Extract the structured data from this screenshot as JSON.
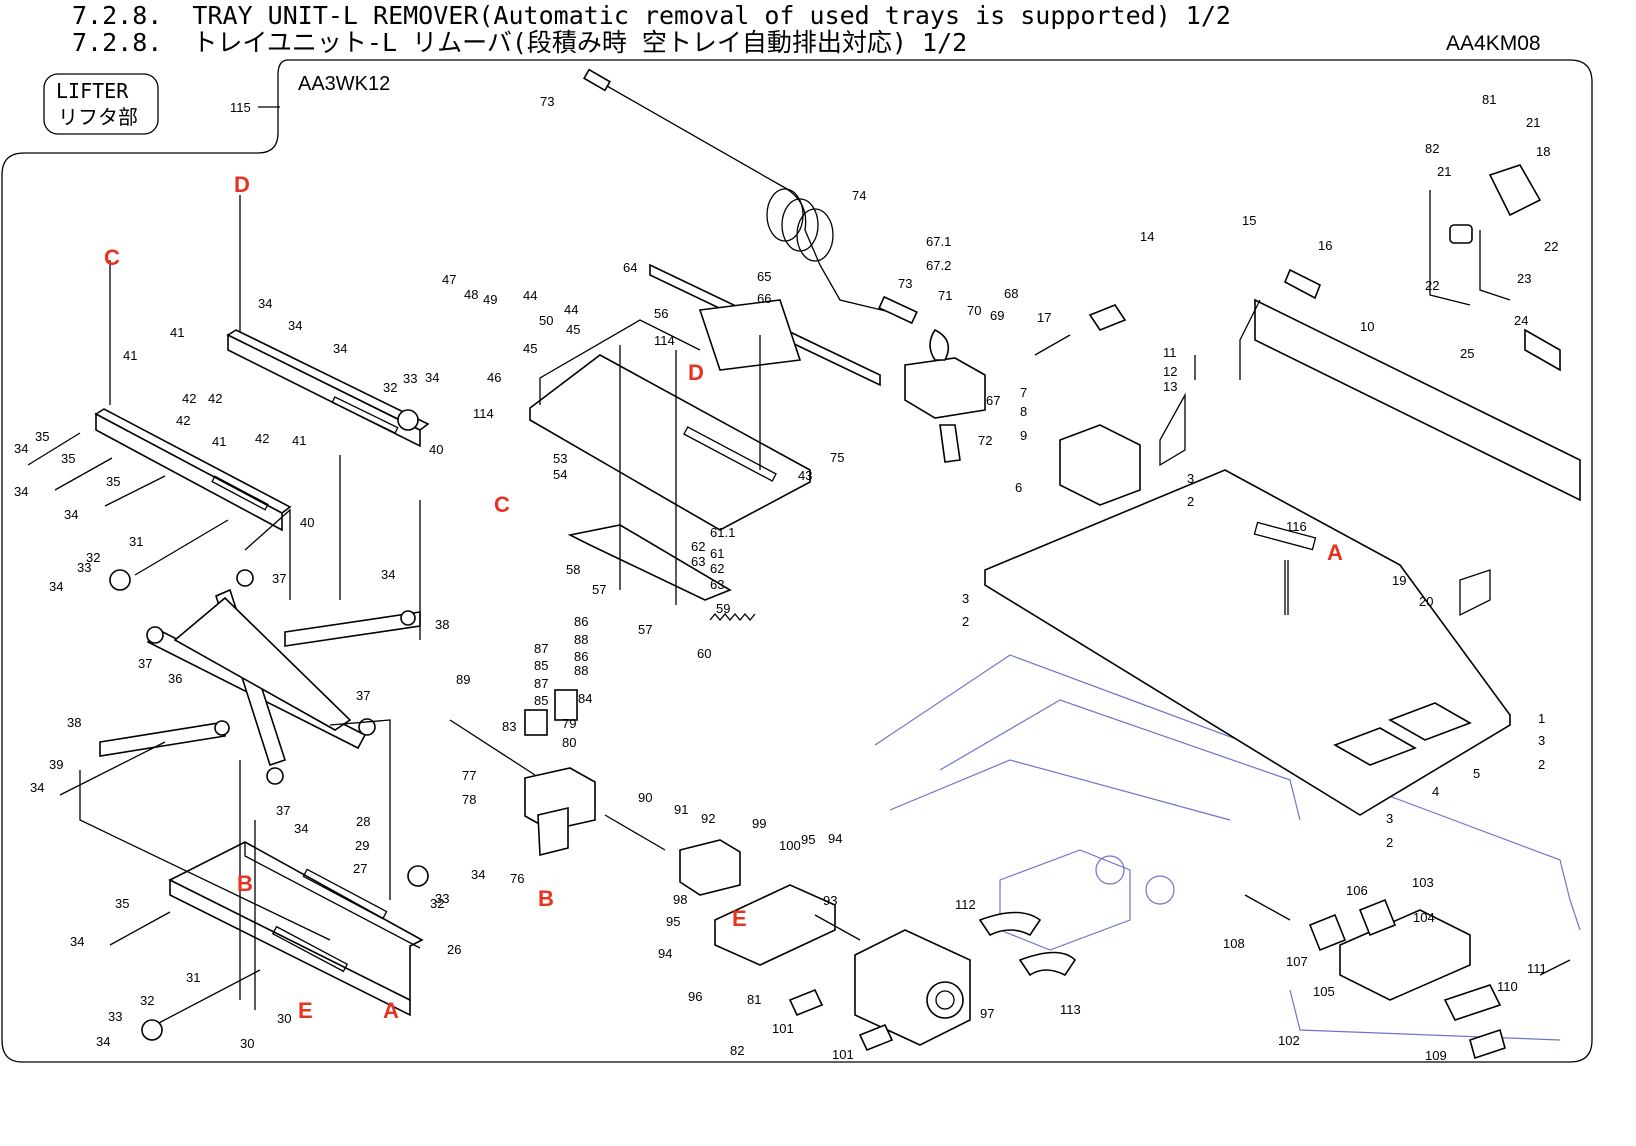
{
  "header": {
    "title_en": "7.2.8.  TRAY UNIT-L REMOVER(Automatic removal of used trays is supported) 1/2",
    "title_jp": "7.2.8.  トレイユニット-L リムーバ(段積み時 空トレイ自動排出対応) 1/2",
    "drawing_code": "AA4KM08"
  },
  "lifter_box": {
    "line1": "LIFTER",
    "line2": "リフタ部",
    "part": "115"
  },
  "assembly_code": "AA3WK12",
  "reference_marks": [
    {
      "id": "D-left",
      "text": "D"
    },
    {
      "id": "C-left",
      "text": "C"
    },
    {
      "id": "D-mid",
      "text": "D"
    },
    {
      "id": "C-mid",
      "text": "C"
    },
    {
      "id": "A-right",
      "text": "A"
    },
    {
      "id": "B-left",
      "text": "B"
    },
    {
      "id": "E-left",
      "text": "E"
    },
    {
      "id": "A-left",
      "text": "A"
    },
    {
      "id": "B-mid",
      "text": "B"
    },
    {
      "id": "E-mid",
      "text": "E"
    }
  ],
  "part_labels": [
    "73",
    "74",
    "73",
    "75",
    "64",
    "65",
    "66",
    "67.1",
    "67.2",
    "71",
    "70",
    "69",
    "68",
    "67",
    "72",
    "47",
    "48",
    "49",
    "44",
    "50",
    "44",
    "45",
    "56",
    "114",
    "45",
    "46",
    "114",
    "53",
    "54",
    "43",
    "61.1",
    "62",
    "61",
    "63",
    "62",
    "63",
    "58",
    "57",
    "57",
    "59",
    "60",
    "86",
    "87",
    "88",
    "85",
    "86",
    "87",
    "88",
    "85",
    "84",
    "89",
    "83",
    "79",
    "80",
    "77",
    "78",
    "76",
    "90",
    "91",
    "92",
    "99",
    "100",
    "95",
    "94",
    "93",
    "98",
    "95",
    "94",
    "96",
    "81",
    "101",
    "82",
    "101",
    "97",
    "34",
    "34",
    "34",
    "41",
    "42",
    "41",
    "42",
    "42",
    "41",
    "42",
    "41",
    "32",
    "33",
    "34",
    "40",
    "35",
    "34",
    "35",
    "34",
    "35",
    "34",
    "40",
    "31",
    "33",
    "32",
    "34",
    "37",
    "37",
    "38",
    "36",
    "34",
    "38",
    "39",
    "34",
    "37",
    "37",
    "28",
    "29",
    "27",
    "34",
    "32",
    "33",
    "34",
    "26",
    "35",
    "34",
    "31",
    "32",
    "33",
    "34",
    "30",
    "30",
    "14",
    "15",
    "16",
    "17",
    "11",
    "12",
    "13",
    "10",
    "7",
    "8",
    "9",
    "6",
    "3",
    "2",
    "116",
    "19",
    "20",
    "3",
    "2",
    "1",
    "3",
    "2",
    "5",
    "4",
    "3",
    "2",
    "81",
    "21",
    "82",
    "21",
    "18",
    "22",
    "22",
    "23",
    "24",
    "25",
    "112",
    "113",
    "106",
    "103",
    "104",
    "108",
    "107",
    "105",
    "111",
    "110",
    "102",
    "109"
  ]
}
